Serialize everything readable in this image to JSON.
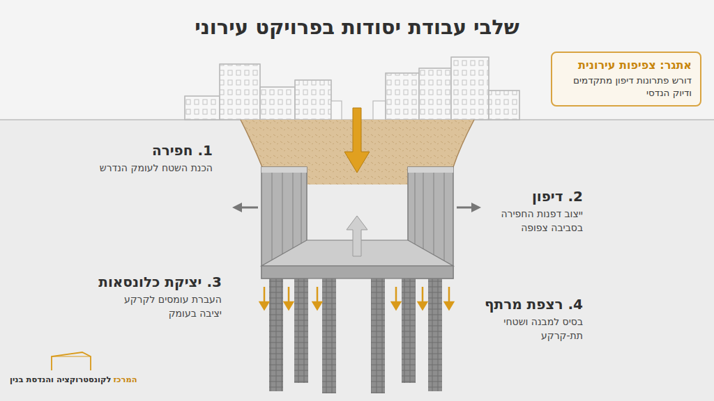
{
  "diagram": {
    "title": "שלבי עבודת יסודות בפרויקט עירוני",
    "nodes": [
      {
        "text": [
          "אתגר: צפיפות עירונית",
          "דורש פתרונות דיפון מתקדמים ודיוק הנדסי"
        ]
      }
    ],
    "labels": [
      "1. חפירה",
      "הכנת השטח לעומק הנדרש",
      "2. דיפון",
      "ייצוב דפנות החפירה בסביבה צפופה",
      "3. יציקת כלונסאות",
      "העברת עומסים לקרקע יציבה בעומק",
      "4. רצפת מרתף",
      "בסיס למבנה ושטחי תת-קרקע",
      "המרכז",
      "לקונסטרוקציה והנדסת בנין"
    ]
  }
}
